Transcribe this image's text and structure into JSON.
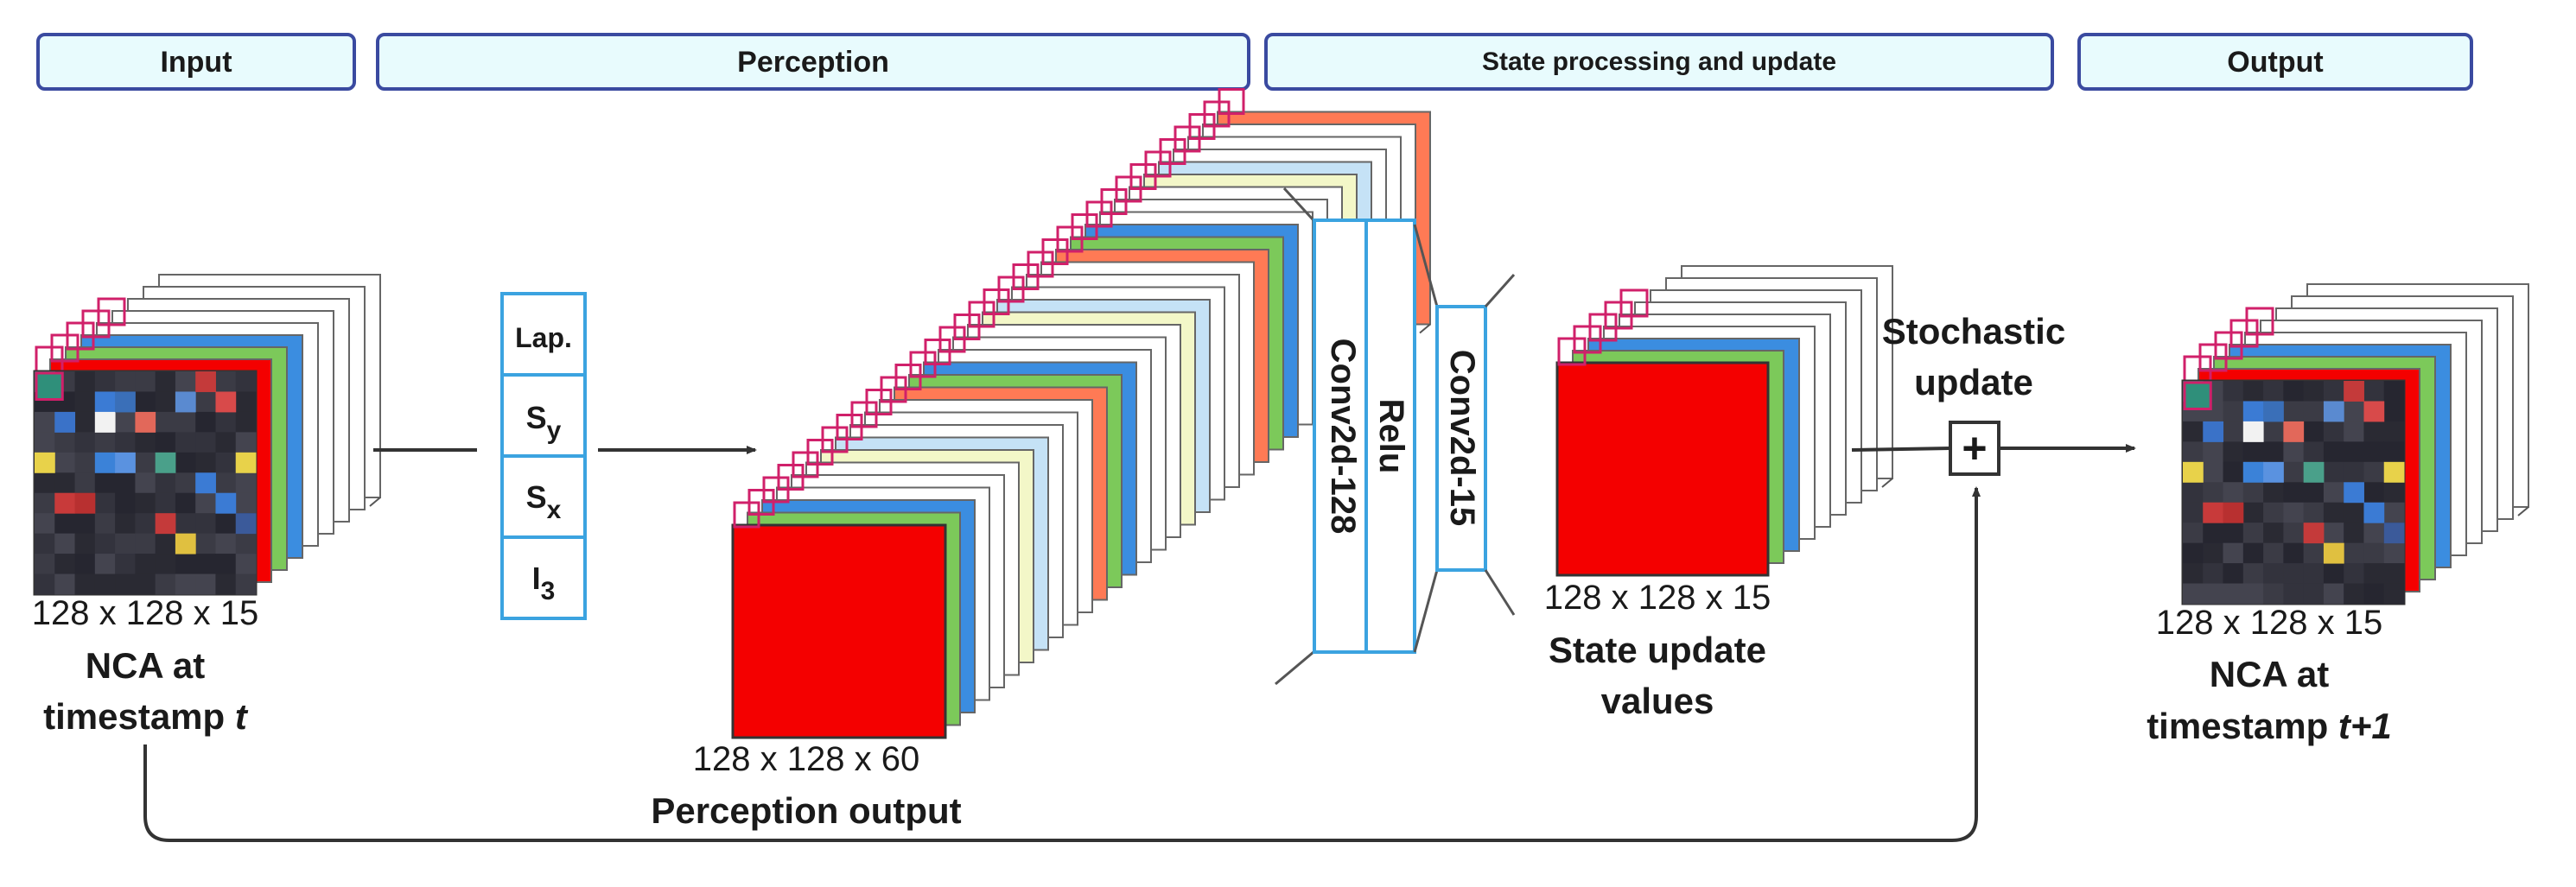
{
  "headers": {
    "input": "Input",
    "perception": "Perception",
    "state": "State processing and update",
    "output": "Output"
  },
  "input": {
    "dims": "128 x 128 x 15",
    "caption_line1": "NCA at",
    "caption_line2": "timestamp",
    "caption_var": "t"
  },
  "filters": {
    "lap": "Lap.",
    "sy_base": "S",
    "sy_sub": "y",
    "sx_base": "S",
    "sx_sub": "x",
    "i3_base": "I",
    "i3_sub": "3"
  },
  "perception_output": {
    "dims": "128 x 128 x 60",
    "caption": "Perception output"
  },
  "network": {
    "layer1": "Conv2d-128",
    "layer2": "Relu",
    "layer3": "Conv2d-15"
  },
  "state_update": {
    "dims": "128 x 128 x 15",
    "caption_line1": "State update",
    "caption_line2": "values"
  },
  "stochastic": {
    "line1": "Stochastic",
    "line2": "update",
    "symbol": "+"
  },
  "output": {
    "dims": "128 x 128 x 15",
    "caption_line1": "NCA at",
    "caption_line2": "timestamp",
    "caption_var": "t+1"
  },
  "colors": {
    "header_fill": "#e8fbfd",
    "header_stroke": "#3a4aa0",
    "red": "#f40000",
    "blue": "#3b8de0",
    "green": "#7cc95a",
    "salmon": "#ff7a55",
    "light_blue": "#c5e2f6",
    "light_yellow": "#f3f7c8",
    "magenta": "#d0206a",
    "filter_blue": "#3ba3e0"
  }
}
